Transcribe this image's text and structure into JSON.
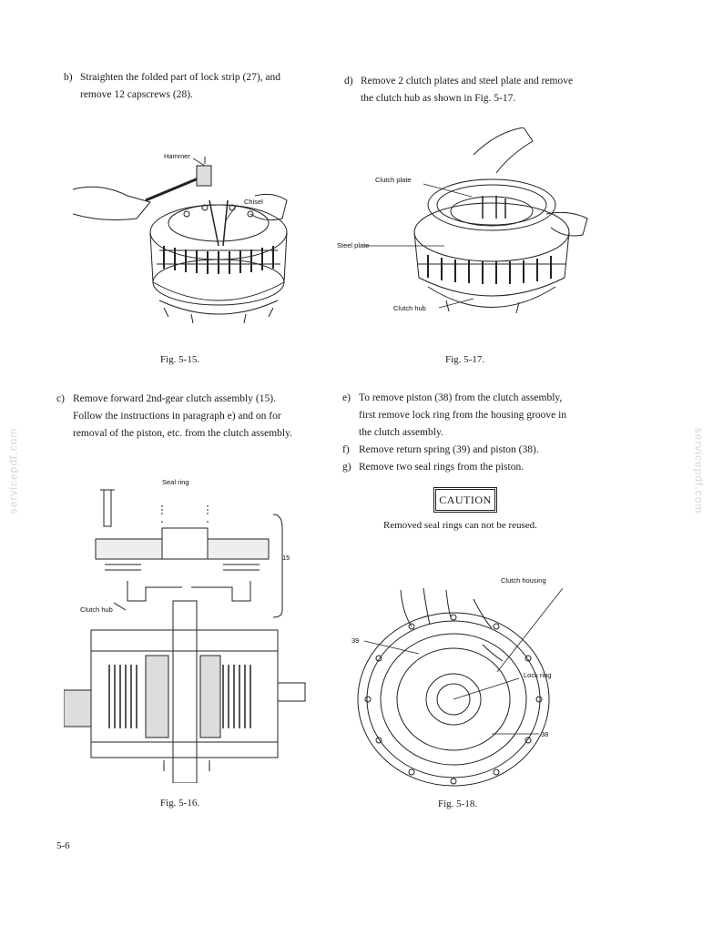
{
  "paragraphs": {
    "b": {
      "label": "b)",
      "lines": [
        "Straighten the folded part of lock strip (27), and",
        "remove 12 capscrews (28)."
      ]
    },
    "d": {
      "label": "d)",
      "lines": [
        "Remove 2 clutch plates and steel plate and remove",
        "the clutch hub as shown in Fig. 5-17."
      ]
    },
    "c": {
      "label": "c)",
      "lines": [
        "Remove forward 2nd-gear clutch assembly (15).",
        "Follow the instructions in paragraph e) and on for",
        "removal of the piston, etc. from the clutch assembly."
      ]
    },
    "e": {
      "label": "e)",
      "lines": [
        "To remove piston (38) from the clutch assembly,",
        "first remove lock ring from the housing groove in",
        "the clutch assembly."
      ]
    },
    "f": {
      "label": "f)",
      "lines": [
        "Remove return spring (39) and piston (38)."
      ]
    },
    "g": {
      "label": "g)",
      "lines": [
        "Remove two seal rings from the piston."
      ]
    }
  },
  "caution": {
    "title": "CAUTION",
    "note": "Removed seal rings can not be reused."
  },
  "figures": {
    "fig15": {
      "caption": "Fig. 5-15.",
      "labels": {
        "hammer": "Hammer",
        "chisel": "Chisel"
      }
    },
    "fig16": {
      "caption": "Fig. 5-16.",
      "labels": {
        "seal_ring": "Seal ring",
        "clutch_hub": "Clutch hub",
        "part_15": "15"
      }
    },
    "fig17": {
      "caption": "Fig. 5-17.",
      "labels": {
        "clutch_plate": "Clutch plate",
        "steel_plate": "Steel plate",
        "clutch_hub": "Clutch hub"
      }
    },
    "fig18": {
      "caption": "Fig. 5-18.",
      "labels": {
        "clutch_housing": "Clutch housing",
        "part_39": "39",
        "lock_ring": "Lock ring",
        "part_38": "38"
      }
    }
  },
  "page_number": "5-6",
  "watermark": "servicepdf.com"
}
